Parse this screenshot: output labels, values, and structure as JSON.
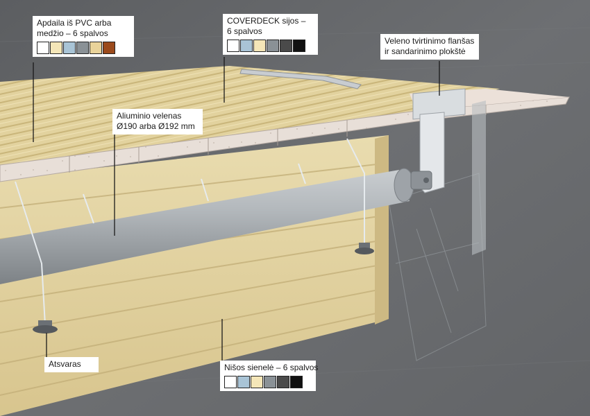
{
  "callouts": {
    "pvc_trim": {
      "lines": [
        "Apdaila iš PVC arba",
        "medžio – 6 spalvos"
      ],
      "swatches": [
        "#ffffff",
        "#f4e6b8",
        "#a9c4d6",
        "#8a9196",
        "#e9d39a",
        "#9b4a1c"
      ]
    },
    "coverdeck": {
      "lines": [
        "COVERDECK sijos –",
        "6 spalvos"
      ],
      "swatches": [
        "#ffffff",
        "#a9c4d6",
        "#f4e6b8",
        "#8a9196",
        "#4a4a4a",
        "#111111"
      ]
    },
    "flange": {
      "lines": [
        "Veleno tvirtinimo flanšas",
        "ir sandarinimo plokštė"
      ]
    },
    "shaft": {
      "lines": [
        "Aliuminio velenas",
        "Ø190 arba Ø192 mm"
      ]
    },
    "weight": {
      "lines": [
        "Atsvaras"
      ]
    },
    "niche_wall": {
      "lines": [
        "Nišos sienelė – 6 spalvos"
      ],
      "swatches": [
        "#ffffff",
        "#a9c4d6",
        "#f4e6b8",
        "#8a9196",
        "#4a4a4a",
        "#111111"
      ]
    }
  }
}
